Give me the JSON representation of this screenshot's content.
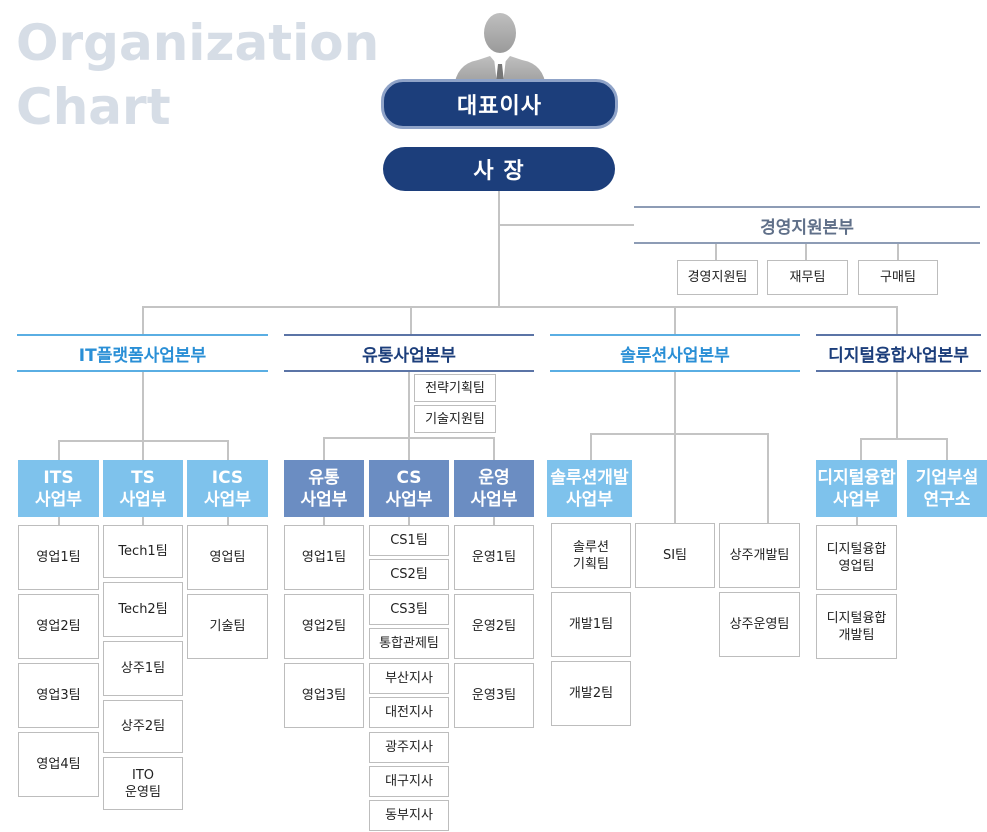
{
  "title": {
    "line1": "Organization",
    "line2": "Chart"
  },
  "ceo": "대표이사",
  "president": "사  장",
  "support": {
    "head": "경영지원본부",
    "teams": [
      "경영지원팀",
      "재무팀",
      "구매팀"
    ]
  },
  "it": {
    "head": "IT플랫폼사업본부",
    "depts": [
      {
        "name": "ITS\n사업부",
        "teams": [
          "영업1팀",
          "영업2팀",
          "영업3팀",
          "영업4팀"
        ]
      },
      {
        "name": "TS\n사업부",
        "teams": [
          "Tech1팀",
          "Tech2팀",
          "상주1팀",
          "상주2팀",
          "ITO\n운영팀"
        ]
      },
      {
        "name": "ICS\n사업부",
        "teams": [
          "영업팀",
          "기술팀"
        ]
      }
    ]
  },
  "dist": {
    "head": "유통사업본부",
    "staff": [
      "전략기획팀",
      "기술지원팀"
    ],
    "depts": [
      {
        "name": "유통\n사업부",
        "teams": [
          "영업1팀",
          "영업2팀",
          "영업3팀"
        ]
      },
      {
        "name": "CS\n사업부",
        "teams": [
          "CS1팀",
          "CS2팀",
          "CS3팀",
          "통합관제팀",
          "부산지사",
          "대전지사",
          "광주지사",
          "대구지사",
          "동부지사"
        ]
      },
      {
        "name": "운영\n사업부",
        "teams": [
          "운영1팀",
          "운영2팀",
          "운영3팀"
        ]
      }
    ]
  },
  "sol": {
    "head": "솔루션사업본부",
    "dept": {
      "name": "솔루션개발\n사업부",
      "teams": [
        "솔루션\n기획팀",
        "개발1팀",
        "개발2팀"
      ]
    },
    "si": "SI팀",
    "resident": [
      "상주개발팀",
      "상주운영팀"
    ]
  },
  "digital": {
    "head": "디지털융합사업본부",
    "depts": [
      {
        "name": "디지털융합\n사업부",
        "teams": [
          "디지털융합\n영업팀",
          "디지털융합\n개발팀"
        ]
      },
      {
        "name": "기업부설\n연구소",
        "teams": []
      }
    ]
  }
}
